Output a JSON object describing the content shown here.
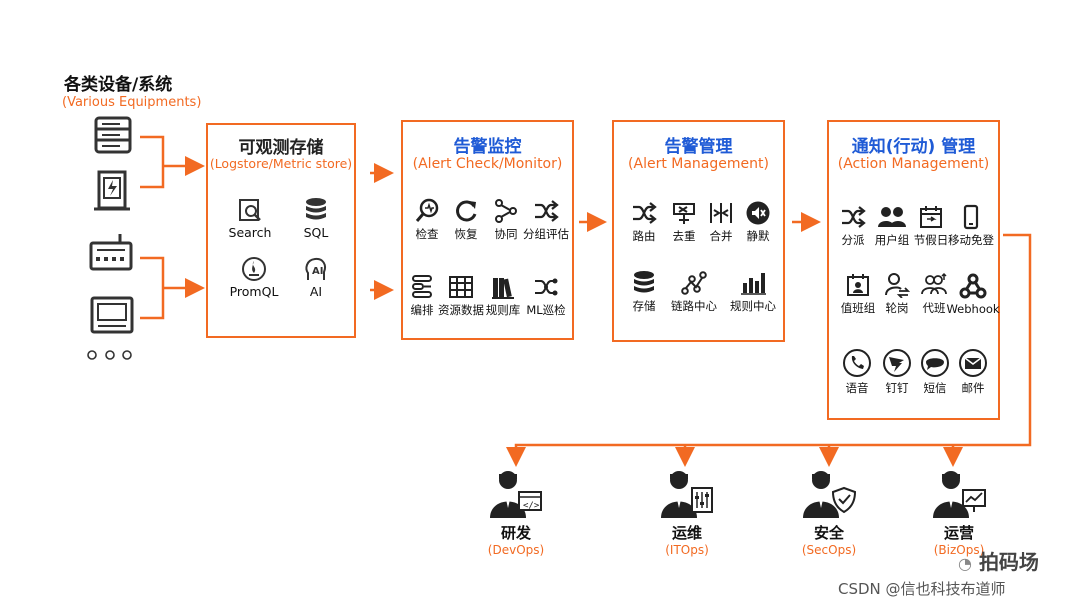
{
  "devices": {
    "title": "各类设备/系统",
    "subtitle": "(Various Equipments)"
  },
  "storage": {
    "title": "可观测存储",
    "subtitle": "(Logstore/Metric store)",
    "items": [
      {
        "label": "Search",
        "icon": "search-doc-icon"
      },
      {
        "label": "SQL",
        "icon": "database-icon"
      },
      {
        "label": "PromQL",
        "icon": "promql-icon"
      },
      {
        "label": "AI",
        "icon": "ai-head-icon"
      }
    ]
  },
  "monitor": {
    "title": "告警监控",
    "subtitle": "(Alert Check/Monitor)",
    "items": [
      {
        "label": "检查",
        "icon": "magnifier-icon"
      },
      {
        "label": "恢复",
        "icon": "refresh-icon"
      },
      {
        "label": "协同",
        "icon": "share-icon"
      },
      {
        "label": "分组评估",
        "icon": "shuffle-icon"
      },
      {
        "label": "编排",
        "icon": "orchestrate-icon"
      },
      {
        "label": "资源数据",
        "icon": "table-icon"
      },
      {
        "label": "规则库",
        "icon": "books-icon"
      },
      {
        "label": "ML巡检",
        "icon": "ml-icon"
      }
    ]
  },
  "management": {
    "title": "告警管理",
    "subtitle": "(Alert Management)",
    "items": [
      {
        "label": "路由",
        "icon": "shuffle-icon"
      },
      {
        "label": "去重",
        "icon": "dedup-icon"
      },
      {
        "label": "合并",
        "icon": "merge-icon"
      },
      {
        "label": "静默",
        "icon": "mute-icon"
      },
      {
        "label": "存储",
        "icon": "database-icon"
      },
      {
        "label": "链路中心",
        "icon": "link-icon"
      },
      {
        "label": "规则中心",
        "icon": "bar-chart-icon"
      }
    ]
  },
  "action": {
    "title": "通知(行动) 管理",
    "subtitle": "(Action Management)",
    "items": [
      {
        "label": "分派",
        "icon": "shuffle-icon"
      },
      {
        "label": "用户组",
        "icon": "users-icon"
      },
      {
        "label": "节假日",
        "icon": "calendar-icon"
      },
      {
        "label": "移动免登",
        "icon": "phone-icon"
      },
      {
        "label": "值班组",
        "icon": "duty-icon"
      },
      {
        "label": "轮岗",
        "icon": "rotate-user-icon"
      },
      {
        "label": "代班",
        "icon": "substitute-icon"
      },
      {
        "label": "Webhook",
        "icon": "webhook-icon"
      },
      {
        "label": "语音",
        "icon": "voice-icon"
      },
      {
        "label": "钉钉",
        "icon": "dingtalk-icon"
      },
      {
        "label": "短信",
        "icon": "sms-icon"
      },
      {
        "label": "邮件",
        "icon": "mail-icon"
      }
    ]
  },
  "roles": [
    {
      "name": "研发",
      "sub": "(DevOps)",
      "icon": "developer-icon"
    },
    {
      "name": "运维",
      "sub": "(ITOps)",
      "icon": "ops-icon"
    },
    {
      "name": "安全",
      "sub": "(SecOps)",
      "icon": "security-icon"
    },
    {
      "name": "运营",
      "sub": "(BizOps)",
      "icon": "operations-icon"
    }
  ],
  "watermark": {
    "brand": "拍码场",
    "credit": "CSDN @信也科技布道师"
  },
  "colors": {
    "accent": "#f26a22",
    "blue": "#1f5bd6"
  }
}
